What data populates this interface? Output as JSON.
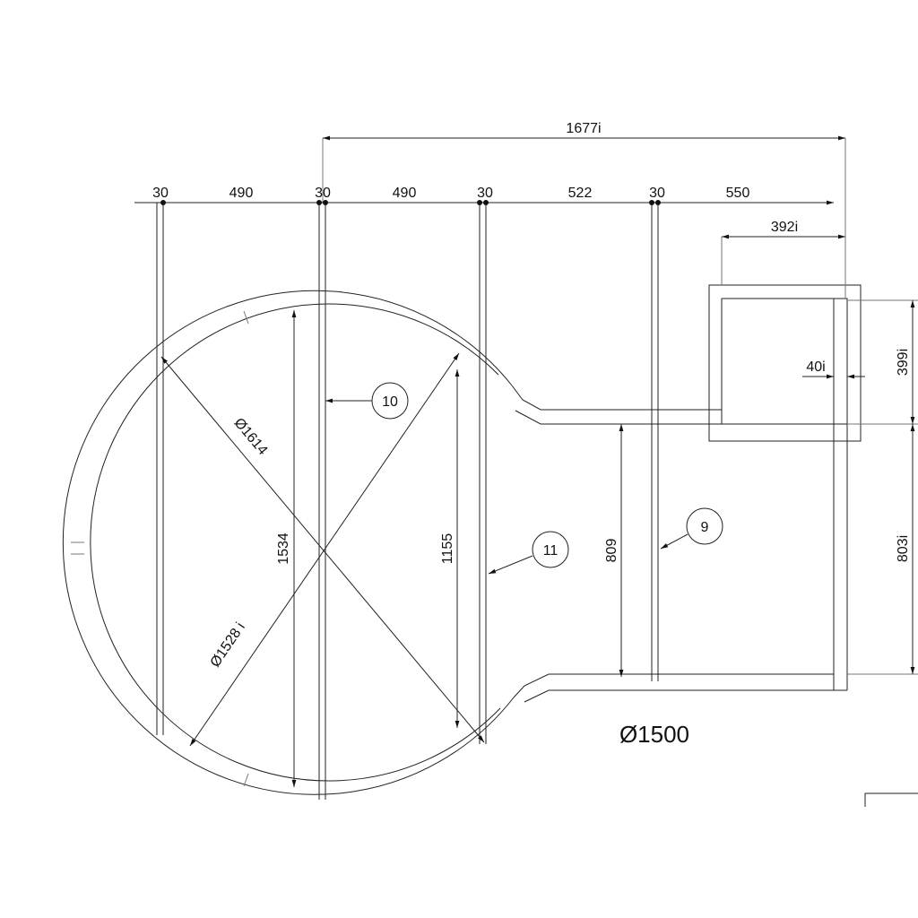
{
  "dimensions": {
    "overall_width": "1677i",
    "spacing": [
      "30",
      "490",
      "30",
      "490",
      "30",
      "522",
      "30",
      "550"
    ],
    "box_width": "392i",
    "wall_thickness": "40i",
    "box_height": "399i",
    "pipe_height_outer": "803i",
    "inner_height_1534": "1534",
    "inner_height_1155": "1155",
    "pipe_opening": "809",
    "outer_diameter": "Ø1614",
    "inner_diameter": "Ø1528 i",
    "pipe_diameter": "Ø1500"
  },
  "callouts": [
    "10",
    "11",
    "9"
  ]
}
